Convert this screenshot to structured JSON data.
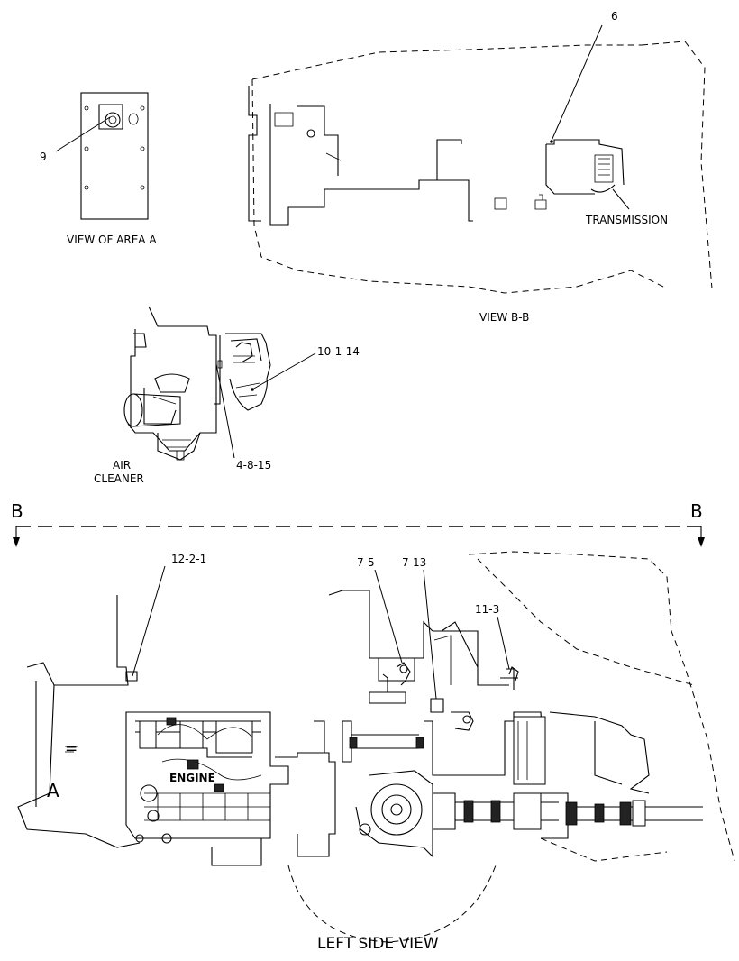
{
  "views": {
    "area_a_title": "VIEW OF AREA A",
    "bb_title": "VIEW B-B",
    "left_side_title": "LEFT SIDE VIEW"
  },
  "section_marks": {
    "left": "B",
    "right": "B",
    "area_marker": "A"
  },
  "component_labels": {
    "transmission": "TRANSMISSION",
    "air_cleaner_line1": "AIR",
    "air_cleaner_line2": "CLEANER",
    "engine": "ENGINE"
  },
  "callouts": [
    {
      "id": "9"
    },
    {
      "id": "6"
    },
    {
      "id": "10-1-14"
    },
    {
      "id": "4-8-15"
    },
    {
      "id": "12-2-1"
    },
    {
      "id": "7-5"
    },
    {
      "id": "7-13"
    },
    {
      "id": "11-3"
    }
  ]
}
